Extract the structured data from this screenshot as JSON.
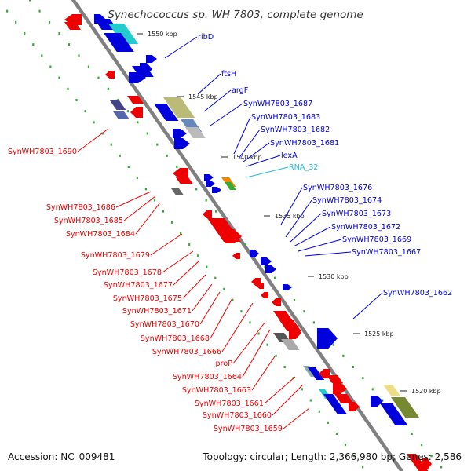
{
  "title": "Synechococcus sp. WH 7803, complete genome",
  "footer": {
    "accession": "Accession: NC_009481",
    "topology": "Topology: circular; Length: 2,366,980 bp; Genes: 2,586"
  },
  "colors": {
    "reverse_strand": "#ee0000",
    "forward_strand": "#0000dd",
    "rna": "#22bbdd",
    "backbone": "#808080",
    "tick": "#33aa33"
  },
  "kbp_ticks": [
    "1550 kbp",
    "1545 kbp",
    "1540 kbp",
    "1535 kbp",
    "1530 kbp",
    "1525 kbp",
    "1520 kbp"
  ],
  "labels_right": [
    "ribD",
    "ftsH",
    "argF",
    "SynWH7803_1687",
    "SynWH7803_1683",
    "SynWH7803_1682",
    "SynWH7803_1681",
    "lexA",
    "RNA_32",
    "SynWH7803_1676",
    "SynWH7803_1674",
    "SynWH7803_1673",
    "SynWH7803_1672",
    "SynWH7803_1669",
    "SynWH7803_1667",
    "SynWH7803_1662"
  ],
  "labels_left": [
    "SynWH7803_1690",
    "SynWH7803_1686",
    "SynWH7803_1685",
    "SynWH7803_1684",
    "SynWH7803_1679",
    "SynWH7803_1678",
    "SynWH7803_1677",
    "SynWH7803_1675",
    "SynWH7803_1671",
    "SynWH7803_1670",
    "SynWH7803_1668",
    "SynWH7803_1666",
    "proP",
    "SynWH7803_1664",
    "SynWH7803_1663",
    "SynWH7803_1661",
    "SynWH7803_1660",
    "SynWH7803_1659"
  ]
}
